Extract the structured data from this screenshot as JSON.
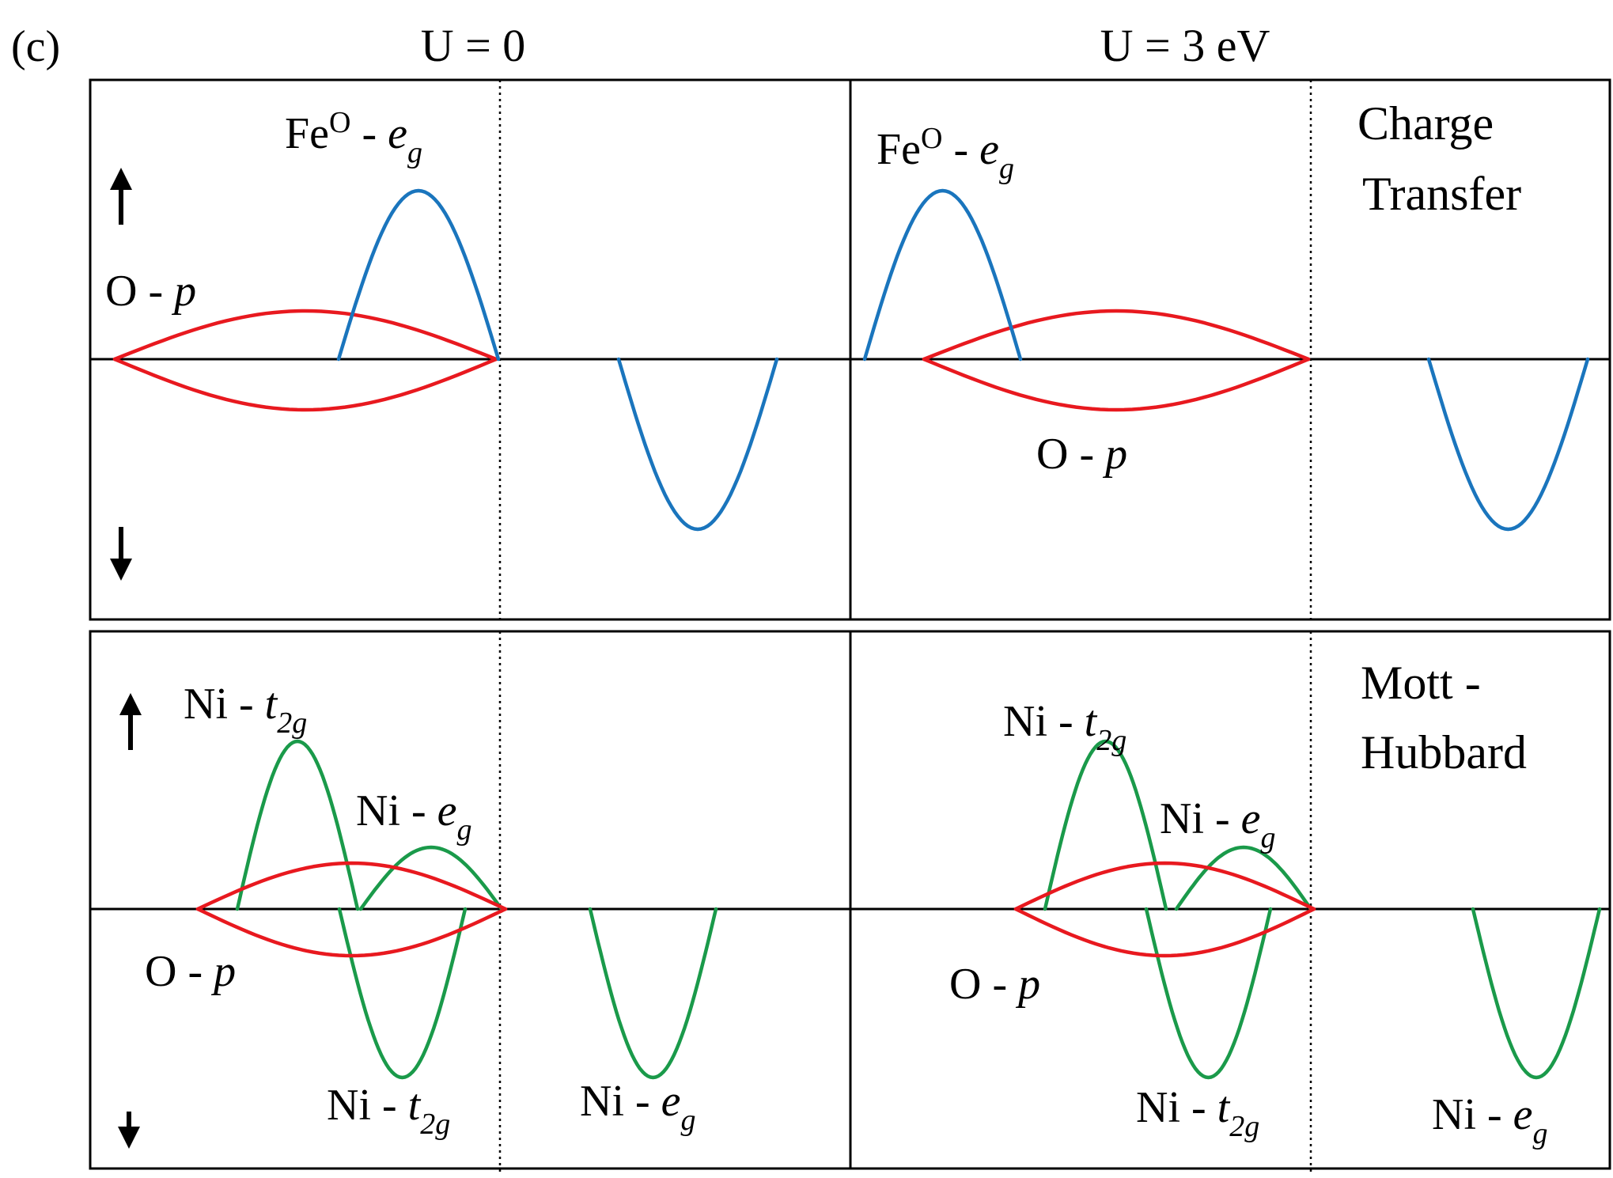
{
  "panel_tag": "(c)",
  "column_headers": {
    "left": "U = 0",
    "right": "U = 3 eV"
  },
  "regimes": {
    "charge_transfer": [
      "Charge",
      "Transfer"
    ],
    "mott_hubbard": [
      "Mott -",
      "Hubbard"
    ]
  },
  "labels": {
    "fe_main": "Fe",
    "fe_sup": "O",
    "dash": " - ",
    "eg_main": "e",
    "eg_sub": "g",
    "t2g_main": "t",
    "t2g_sub": "2g",
    "o_main": "O",
    "p": "p",
    "ni_main": "Ni"
  },
  "colors": {
    "o_p": "#e8191f",
    "fe_eg": "#1a75bd",
    "ni_d": "#1a9a4a",
    "line": "#000000"
  }
}
